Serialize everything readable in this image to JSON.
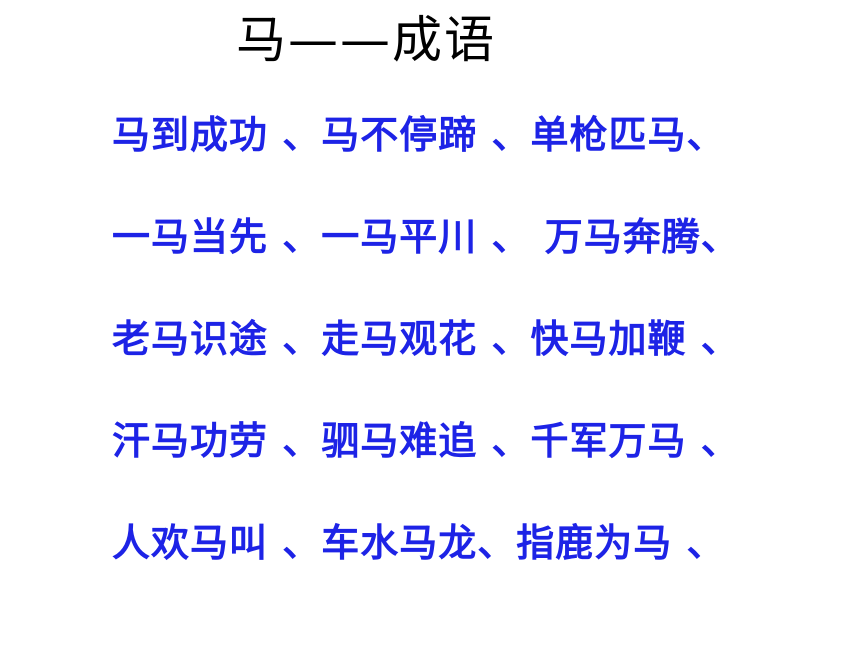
{
  "slide": {
    "title": "马——成语",
    "idiom_lines": [
      "马到成功 、马不停蹄 、单枪匹马、",
      "一马当先 、一马平川 、 万马奔腾、",
      "老马识途 、走马观花 、快马加鞭 、",
      "汗马功劳 、驷马难追 、千军万马 、",
      "人欢马叫 、车水马龙、指鹿为马 、"
    ]
  },
  "colors": {
    "idiom_text": "#1d23e6",
    "title_text": "#000000",
    "background": "#ffffff"
  }
}
